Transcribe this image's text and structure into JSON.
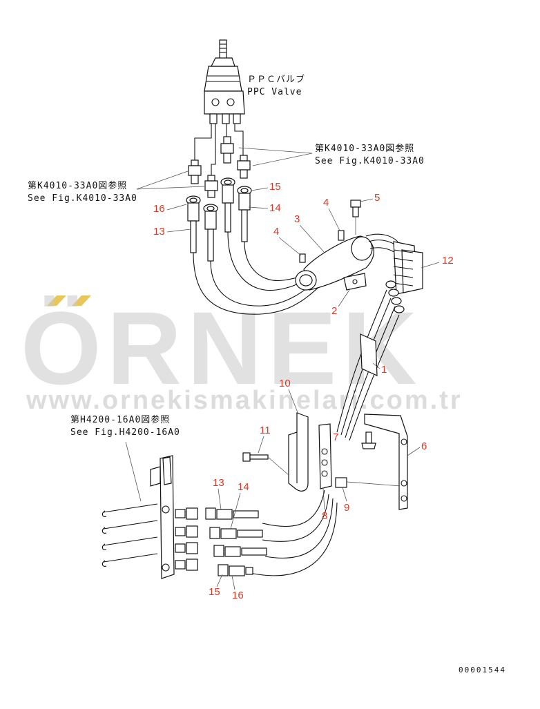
{
  "labels": {
    "ppc_jp": "ＰＰＣバルブ",
    "ppc_en": "PPC Valve",
    "ref_a_jp": "第K4010-33A0図参照",
    "ref_a_en": "See Fig.K4010-33A0",
    "ref_b_jp": "第K4010-33A0図参照",
    "ref_b_en": "See Fig.K4010-33A0",
    "ref_c_jp": "第H4200-16A0図参照",
    "ref_c_en": "See Fig.H4200-16A0"
  },
  "part_numbers": {
    "p1": "1",
    "p2": "2",
    "p3": "3",
    "p4a": "4",
    "p4b": "4",
    "p5": "5",
    "p6": "6",
    "p7": "7",
    "p8": "8",
    "p9": "9",
    "p10": "10",
    "p11": "11",
    "p12": "12",
    "p13a": "13",
    "p13b": "13",
    "p14a": "14",
    "p14b": "14",
    "p15a": "15",
    "p15b": "15",
    "p16a": "16",
    "p16b": "16"
  },
  "watermark": {
    "brand": "ÖRNEK",
    "url": "www.ornekismakinelari.com.tr"
  },
  "drawing_code": "00001544",
  "colors": {
    "callout": "#d23a2a",
    "watermark": "#c9c9c9",
    "watermark_accent": "#e8c75a",
    "line": "#111111"
  }
}
